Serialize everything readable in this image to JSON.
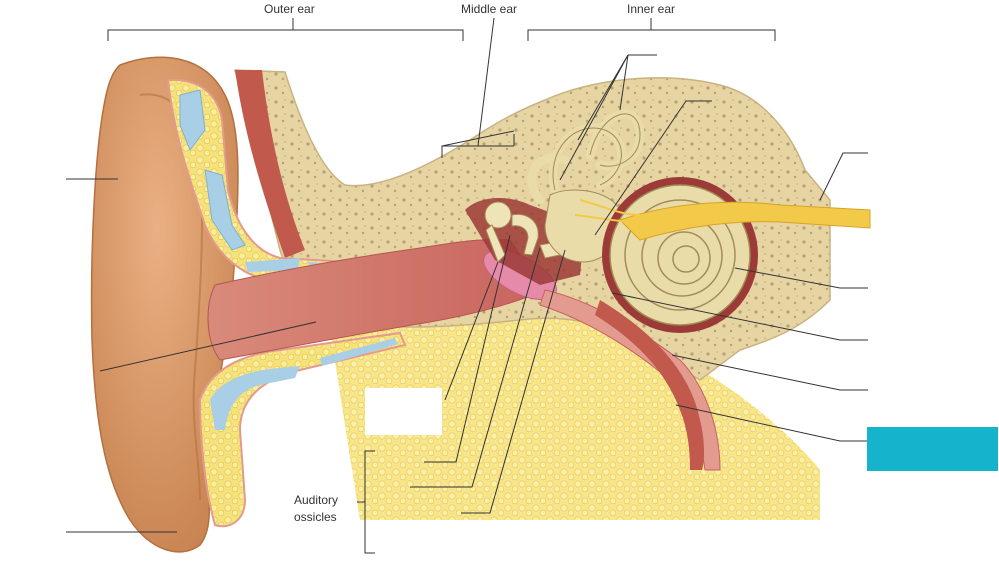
{
  "regions": {
    "outer": "Outer ear",
    "middle": "Middle ear",
    "inner": "Inner ear"
  },
  "ossicles_label_line1": "Auditory",
  "ossicles_label_line2": "ossicles",
  "colors": {
    "skin": "#d99660",
    "skin_dark": "#b5703f",
    "bone": "#e6d4a2",
    "bone_pore": "#b8a070",
    "canal": "#c8645e",
    "canal_light": "#e39a8f",
    "fat": "#f6e27a",
    "cartilage": "#a9cfe6",
    "nerve": "#f3c94a",
    "muscle": "#c15a4c",
    "cochlea": "#e9dca8",
    "eardrum": "#e58aa8",
    "highlight_box": "#16b3cc",
    "leader": "#333333"
  }
}
